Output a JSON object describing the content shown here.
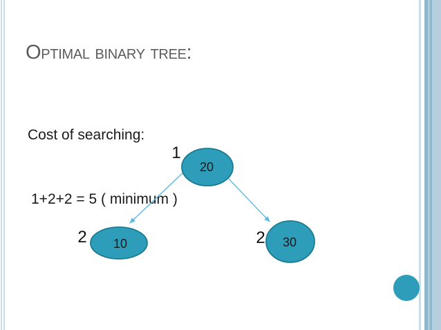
{
  "slide": {
    "title": "Optimal binary tree:",
    "body_line1": "Cost of searching:",
    "body_line2": "1+2+2 = 5 ( minimum )"
  },
  "tree": {
    "root": {
      "value": "20",
      "cost": "1"
    },
    "left": {
      "value": "10",
      "cost": "2"
    },
    "right": {
      "value": "30",
      "cost": "2"
    }
  },
  "colors": {
    "node_fill": "#2e9db9",
    "node_border": "#1b7a92",
    "arrow": "#5bb8e6",
    "title_text": "#5a5b5d",
    "body_text": "#1a1a1a",
    "stripe_pale": "#c8dde9",
    "stripe_medium": "#8fb6ca",
    "stripe_light": "#b5cfdd",
    "accent_circle": "#2e9db9"
  }
}
